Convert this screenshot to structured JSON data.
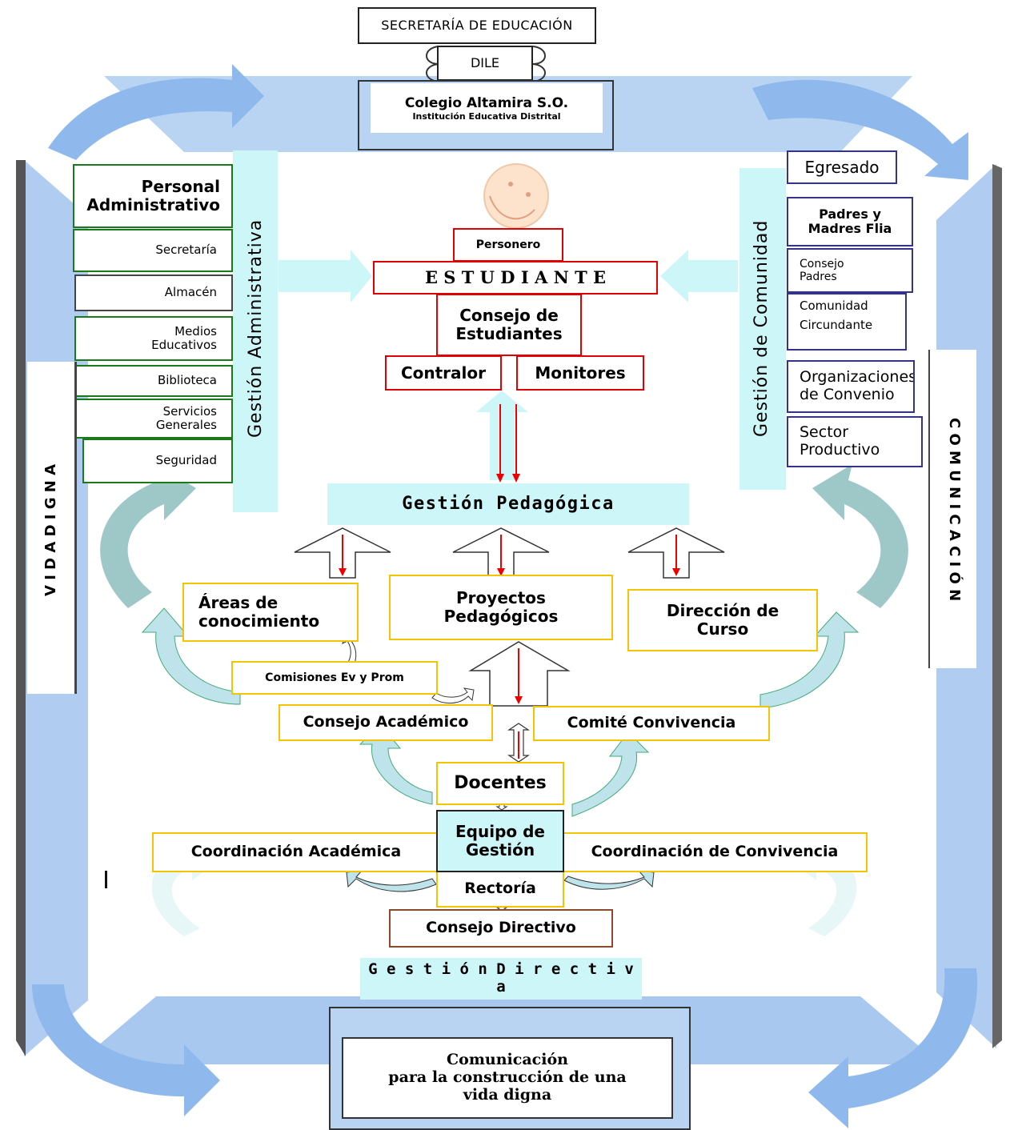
{
  "top": {
    "secretaria": "SECRETARÍA  DE EDUCACIÓN",
    "dile": "DILE",
    "colegio": "Colegio  Altamira S.O.",
    "colegio_sub": "Institución  Educativa Distrital"
  },
  "administrativa": {
    "title": "Gestión Administrativa",
    "items": [
      "Personal\nAdministrativo",
      "Secretaría",
      "Almacén",
      "Medios\nEducativos",
      "Biblioteca",
      "Servicios\nGenerales",
      "Seguridad"
    ]
  },
  "comunidad": {
    "title": "Gestión de Comunidad",
    "items": [
      "Egresado",
      "Padres y\nMadres Flia",
      "Consejo\nPadres",
      "Comunidad\nCircundante",
      "Organizaciones\nde Convenio",
      "Sector\nProductivo"
    ]
  },
  "side_labels": {
    "left": "V I D A   D I G N A",
    "right": "C O M U N I C A C I Ó N"
  },
  "estudiante": {
    "personero": "Personero",
    "estudiante": "E S T U D I A N T E",
    "consejo": "Consejo de\nEstudiantes",
    "contralor": "Contralor",
    "monitores": "Monitores"
  },
  "pedagogica": {
    "title": "Gestión Pedagógica",
    "areas": "Áreas de\nconocimiento",
    "proyectos": "Proyectos\nPedagógicos",
    "direccion": "Dirección de\nCurso",
    "comisiones": "Comisiones  Ev y Prom",
    "consejo_academico": "Consejo Académico",
    "comite": "Comité Convivencia",
    "docentes": "Docentes"
  },
  "directiva": {
    "equipo": "Equipo de\nGestión",
    "coord_academica": "Coordinación  Académica",
    "coord_convivencia": "Coordinación de Convivencia",
    "rectoria": "Rectoría",
    "consejo_directivo": "Consejo Directivo",
    "title": "G e s t i ó n  D i r e c t i v a"
  },
  "bottom": {
    "comunicacion": "Comunicación\npara la construcción de una\nvida digna"
  },
  "colors": {
    "frame_blue": "#9cc3ef",
    "cyan": "#cdf6f8",
    "teal_arrow": "#8fbfbf",
    "yellow_border": "#f5c400",
    "red_border": "#e00000",
    "green_border": "#1a7a1a"
  }
}
